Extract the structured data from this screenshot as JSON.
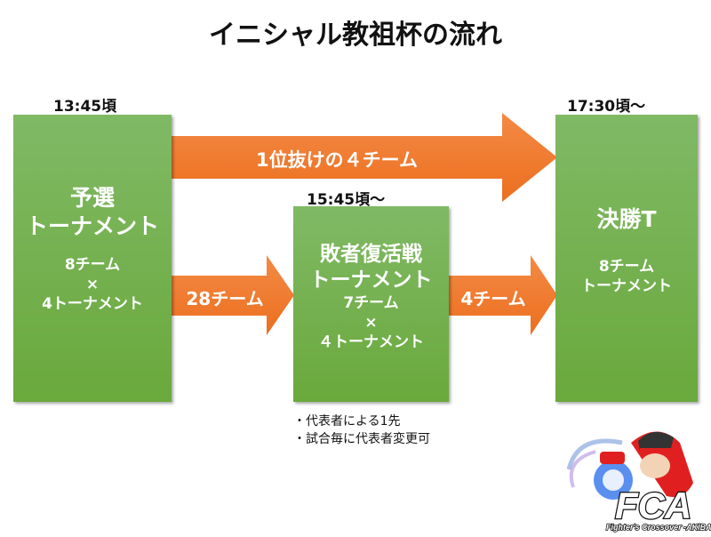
{
  "title": "イニシャル教祖杯の流れ",
  "times": {
    "qualifier": "13:45頃",
    "repechage": "15:45頃～",
    "final": "17:30頃～"
  },
  "boxes": {
    "qualifier": {
      "name_line1": "予選",
      "name_line2": "トーナメント",
      "detail_line1": "8チーム",
      "detail_line2": "×",
      "detail_line3": "4トーナメント"
    },
    "repechage": {
      "name_line1": "敗者復活戦",
      "name_line2": "トーナメント",
      "detail_line1": "7チーム",
      "detail_line2": "×",
      "detail_line3": "４トーナメント"
    },
    "final": {
      "name_line1": "決勝T",
      "detail_line1": "8チーム",
      "detail_line2": "トーナメント"
    }
  },
  "arrows": {
    "top": "1位抜けの４チーム",
    "to_repechage": "28チーム",
    "to_final": "4チーム"
  },
  "notes": [
    "・代表者による1先",
    "・試合毎に代表者変更可"
  ],
  "logo": {
    "text": "FCA",
    "subtitle": "Fighter's Crossover -AKIBA-"
  },
  "colors": {
    "green": "#6aa93c",
    "orange": "#f07a2a"
  }
}
